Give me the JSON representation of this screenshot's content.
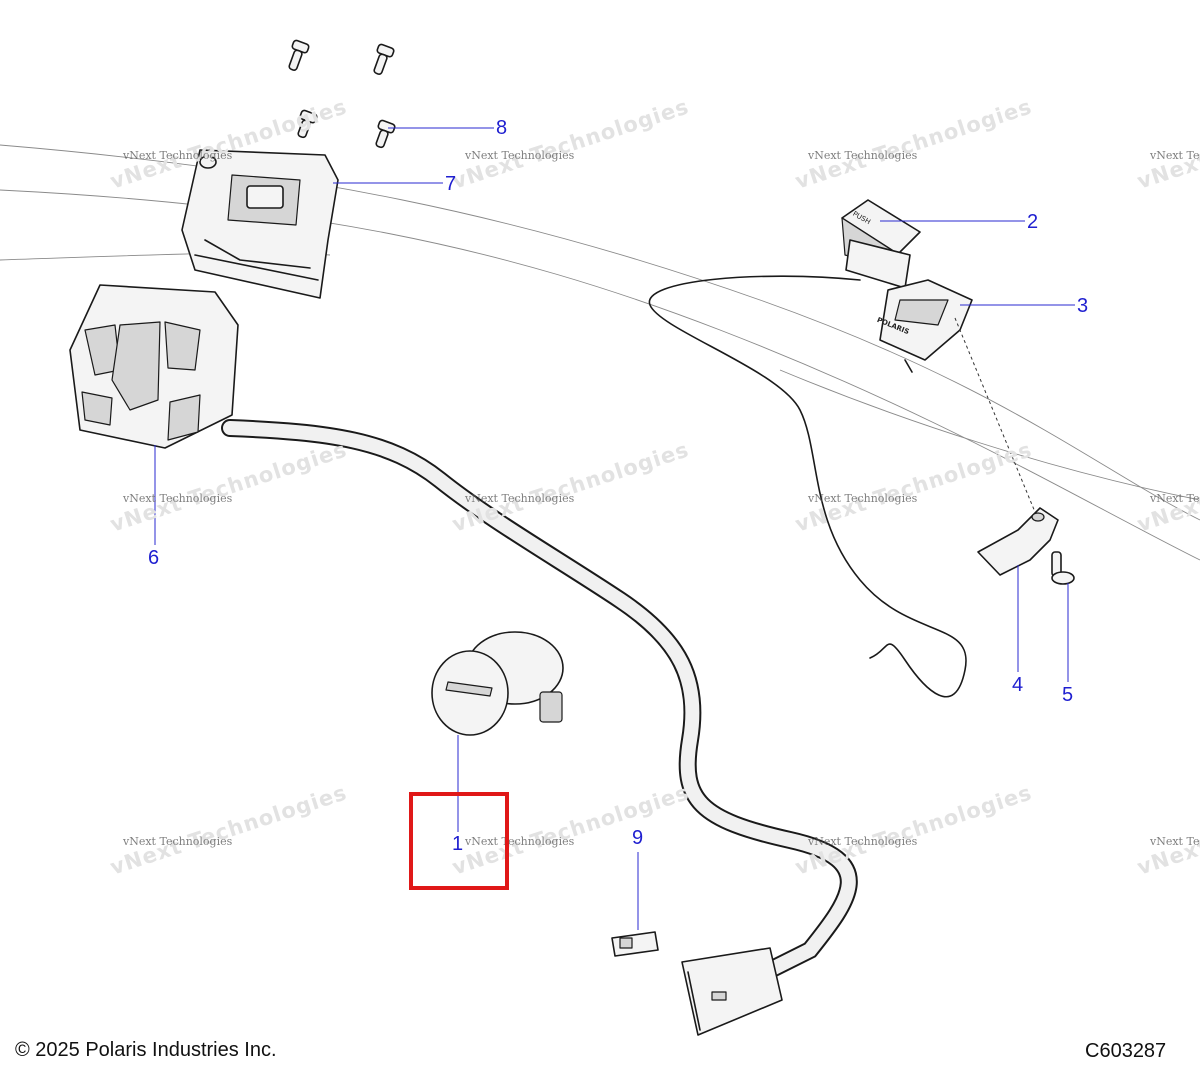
{
  "callouts": [
    {
      "id": "1",
      "label": "1"
    },
    {
      "id": "2",
      "label": "2"
    },
    {
      "id": "3",
      "label": "3"
    },
    {
      "id": "4",
      "label": "4"
    },
    {
      "id": "5",
      "label": "5"
    },
    {
      "id": "6",
      "label": "6"
    },
    {
      "id": "7",
      "label": "7"
    },
    {
      "id": "8",
      "label": "8"
    },
    {
      "id": "9",
      "label": "9"
    }
  ],
  "highlighted_callout": "1",
  "watermark": {
    "small_text": "vNext Technologies",
    "large_text": "vNext Technologies"
  },
  "switch_labels": {
    "start_button": "PUSH",
    "bezel_logo": "POLARIS"
  },
  "footer": {
    "copyright": "© 2025 Polaris Industries Inc.",
    "figure_id": "C603287"
  },
  "colors": {
    "callout_text": "#1f1fd0",
    "highlight_box": "#e01818"
  }
}
